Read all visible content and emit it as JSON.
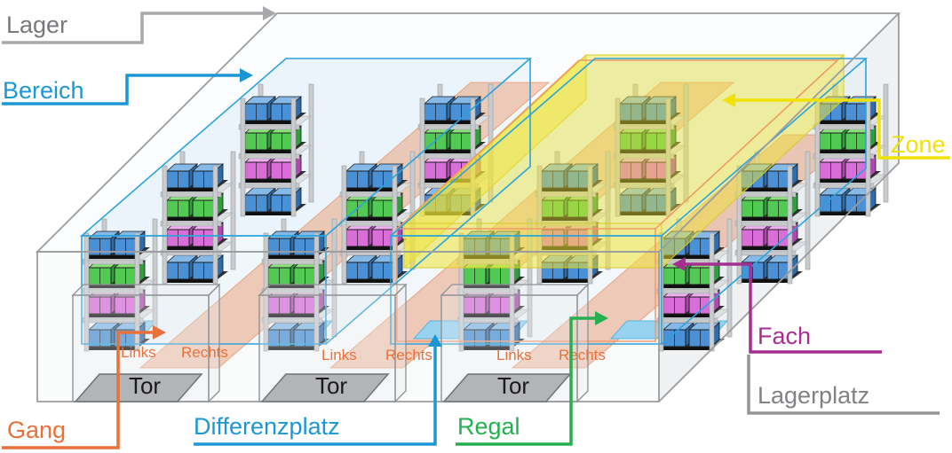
{
  "callouts": {
    "lager": {
      "label": "Lager",
      "color": "#77787b",
      "line_color": "#a6a8ab"
    },
    "bereich": {
      "label": "Bereich",
      "color": "#1b97d5"
    },
    "zone": {
      "label": "Zone",
      "color": "#f0e208"
    },
    "gang": {
      "label": "Gang",
      "color": "#e8713a"
    },
    "differenzplatz": {
      "label": "Differenzplatz",
      "color": "#1b97d5"
    },
    "regal": {
      "label": "Regal",
      "color": "#25b050"
    },
    "fach": {
      "label": "Fach",
      "color": "#a62e91"
    },
    "lagerplatz": {
      "label": "Lagerplatz",
      "color": "#808285",
      "line_color": "#939598"
    }
  },
  "gates": [
    {
      "label": "Tor",
      "left_label": "Links",
      "right_label": "Rechts"
    },
    {
      "label": "Tor",
      "left_label": "Links",
      "right_label": "Rechts"
    },
    {
      "label": "Tor",
      "left_label": "Links",
      "right_label": "Rechts"
    }
  ],
  "warehouse": {
    "outline_color": "#9b9da0",
    "bereich_outline": "#2aa4dc",
    "bereich_fill": "#d6ecf8",
    "zone_fill": "#f0e435",
    "zone_edge": "#d8cb28",
    "inner_zone_outline": "#f09a6c",
    "aisle_fill": "#e98a5a",
    "aisle_edge": "#e07a43",
    "floor_strip_fill": "#97d3f0",
    "floor_strip_edge": "#55b4e2",
    "gate_slab_fill": "#b2b4b7",
    "gate_slab_edge": "#707376",
    "dock_fill": "#e8eaee",
    "dock_edge": "#8f9295",
    "racks": {
      "rows": 4,
      "bays_per_row": 3,
      "levels_bottom_to_top": [
        "blue",
        "magenta",
        "green",
        "blue"
      ],
      "structure_color": "#c9cbcd",
      "structure_edge": "#9a9da0",
      "beam_front": "#c6c8ca",
      "beam_top": "#dddfe1",
      "pallet_top": "#333333",
      "pallet_front": "#101010",
      "box_colors": {
        "blue": {
          "front": "#4a90d6",
          "top": "#85b9e8",
          "side": "#2e6cac"
        },
        "green": {
          "front": "#52c952",
          "top": "#8ce07c",
          "side": "#2f9e3c"
        },
        "magenta": {
          "front": "#d96ed9",
          "top": "#efaeef",
          "side": "#b048b0"
        }
      }
    }
  }
}
